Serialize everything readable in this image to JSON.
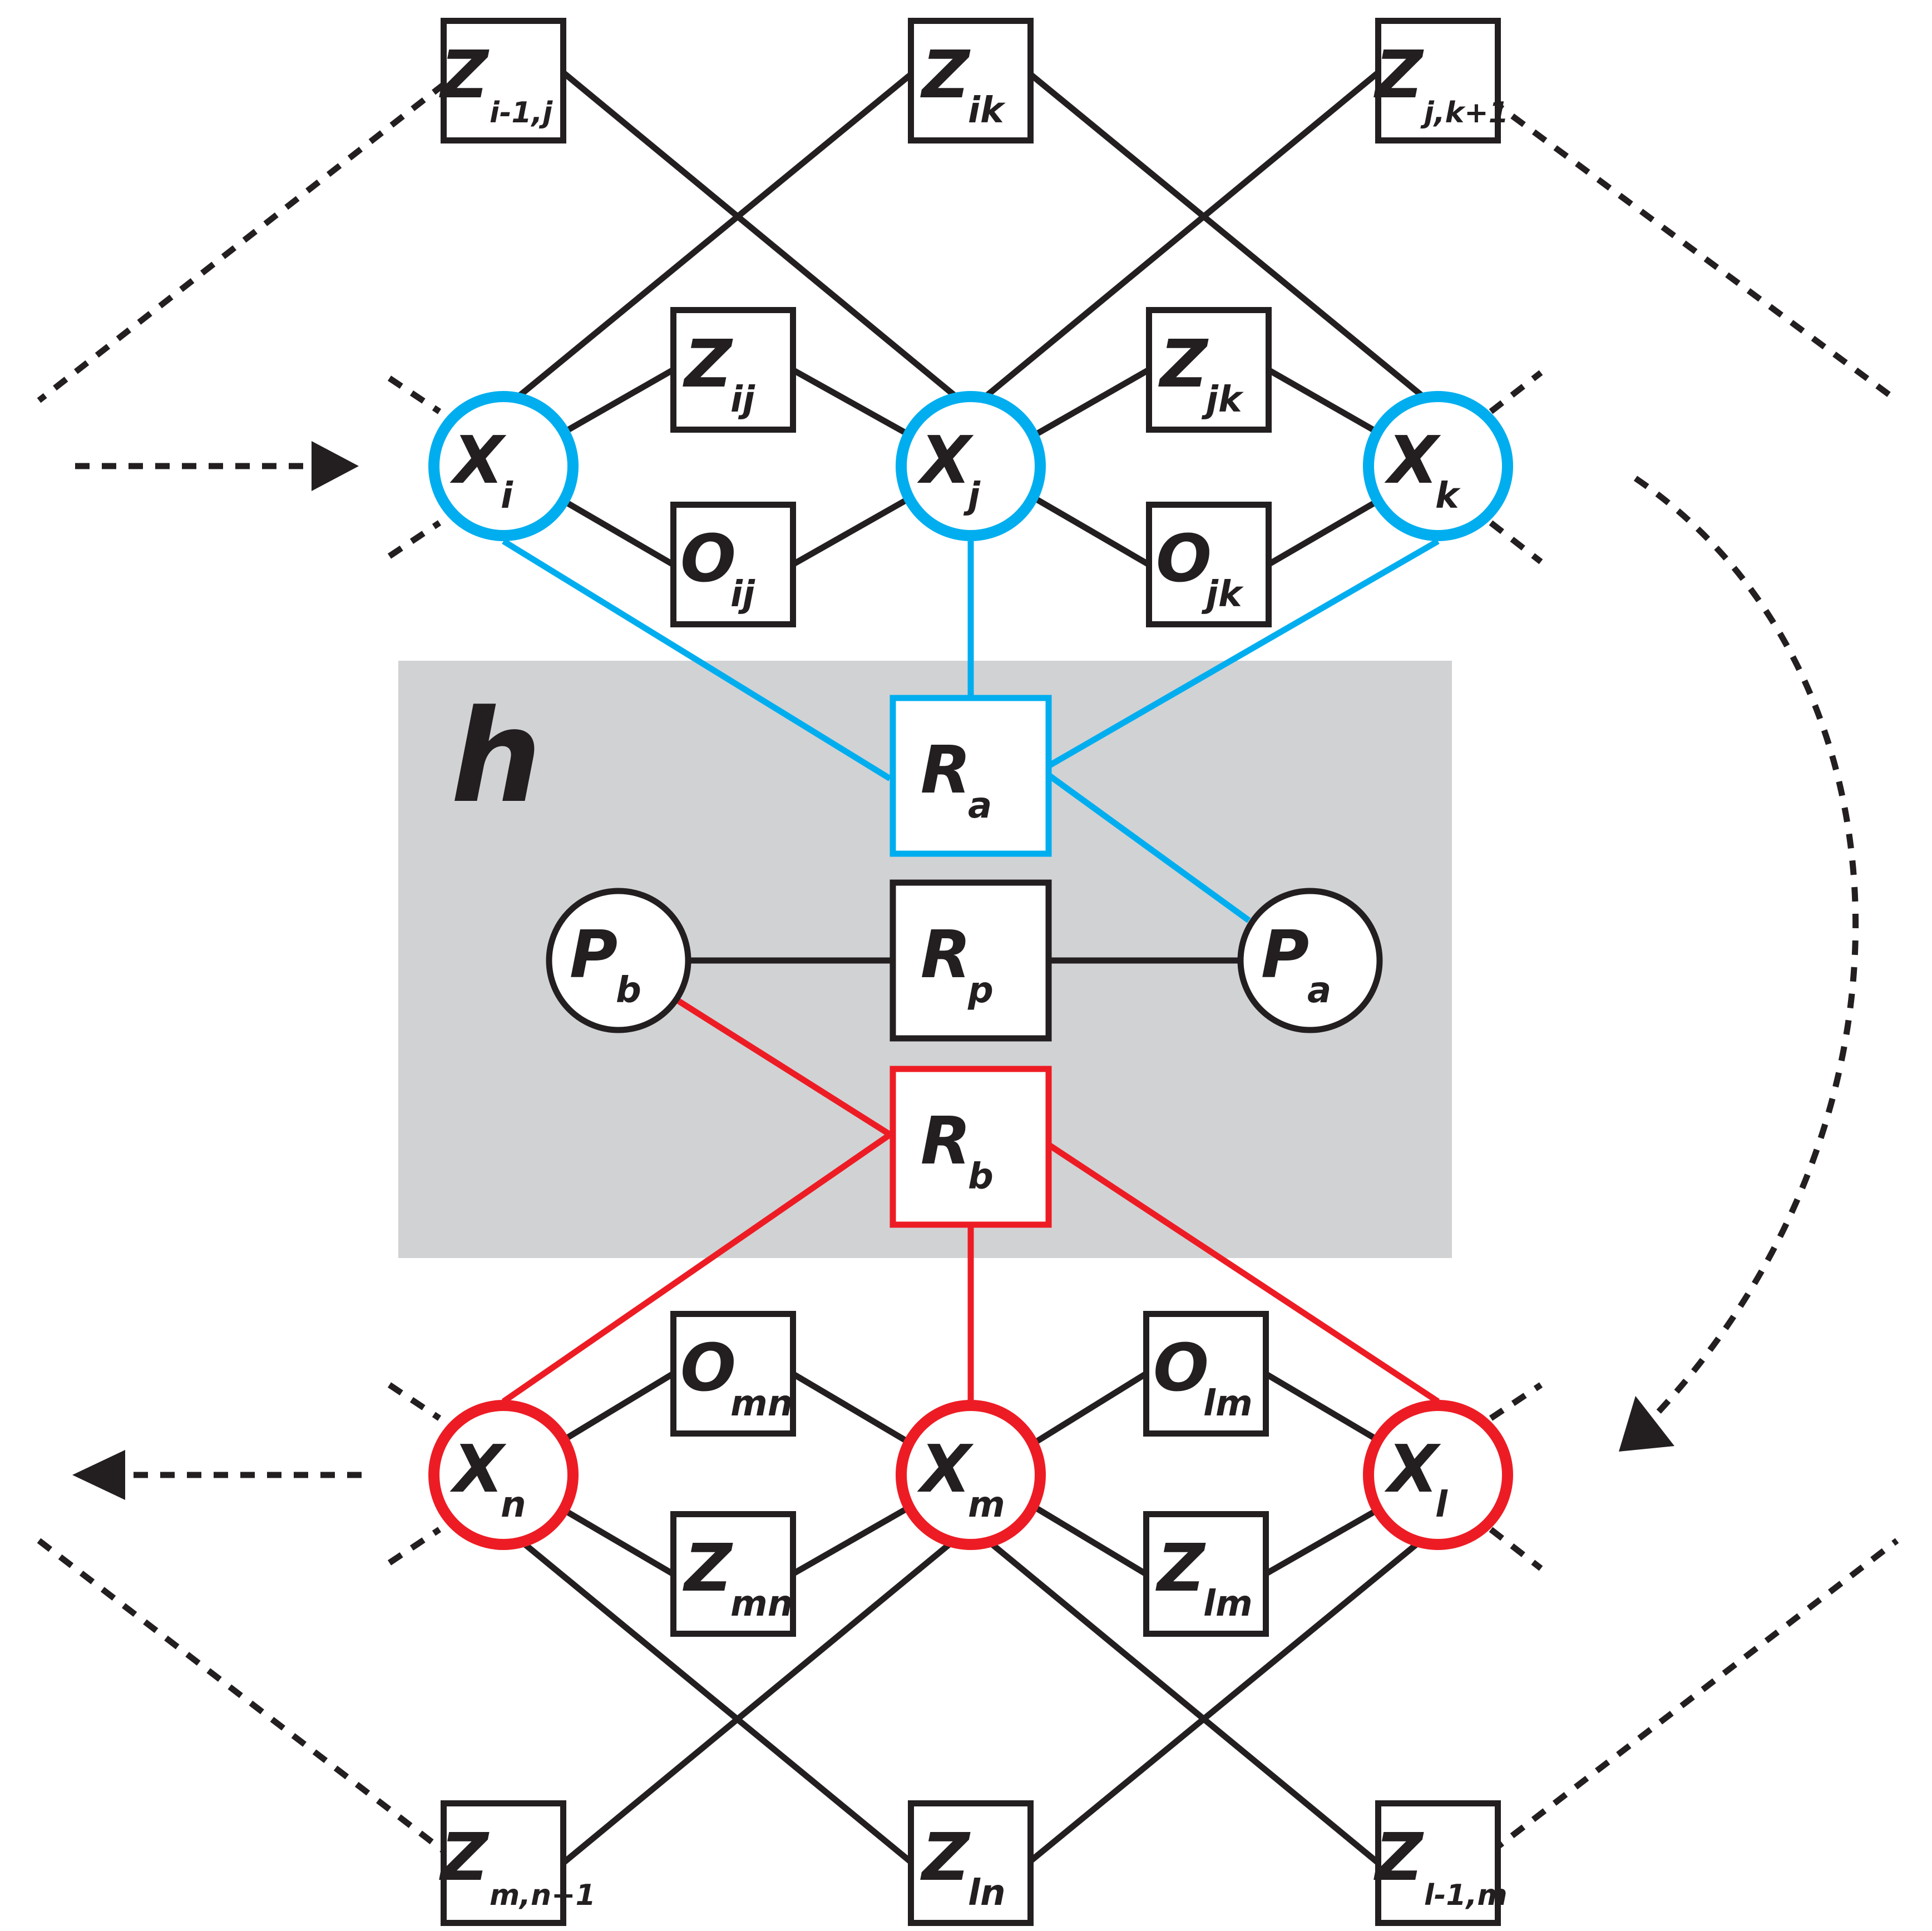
{
  "hidden_region": {
    "label": "h",
    "fill": "#d1d2d4"
  },
  "colors": {
    "blue": "#00aeef",
    "red": "#ed1c24",
    "black": "#231f20"
  },
  "nodes": {
    "Z_i1j": {
      "main": "Z",
      "sub": "i-1,j"
    },
    "Z_ik": {
      "main": "Z",
      "sub": "ik"
    },
    "Z_jk1": {
      "main": "Z",
      "sub": "j,k+1"
    },
    "Z_ij": {
      "main": "Z",
      "sub": "ij"
    },
    "Z_jk": {
      "main": "Z",
      "sub": "jk"
    },
    "O_ij": {
      "main": "O",
      "sub": "ij"
    },
    "O_jk": {
      "main": "O",
      "sub": "jk"
    },
    "X_i": {
      "main": "X",
      "sub": "i"
    },
    "X_j": {
      "main": "X",
      "sub": "j"
    },
    "X_k": {
      "main": "X",
      "sub": "k"
    },
    "R_a": {
      "main": "R",
      "sub": "a"
    },
    "R_p": {
      "main": "R",
      "sub": "p"
    },
    "R_b": {
      "main": "R",
      "sub": "b"
    },
    "P_a": {
      "main": "P",
      "sub": "a"
    },
    "P_b": {
      "main": "P",
      "sub": "b"
    },
    "X_n": {
      "main": "X",
      "sub": "n"
    },
    "X_m": {
      "main": "X",
      "sub": "m"
    },
    "X_l": {
      "main": "X",
      "sub": "l"
    },
    "O_mn": {
      "main": "O",
      "sub": "mn"
    },
    "O_lm": {
      "main": "O",
      "sub": "lm"
    },
    "Z_mn": {
      "main": "Z",
      "sub": "mn"
    },
    "Z_lm": {
      "main": "Z",
      "sub": "lm"
    },
    "Z_mn1": {
      "main": "Z",
      "sub": "m,n+1"
    },
    "Z_ln": {
      "main": "Z",
      "sub": "ln"
    },
    "Z_l1m": {
      "main": "Z",
      "sub": "l-1,m"
    }
  }
}
